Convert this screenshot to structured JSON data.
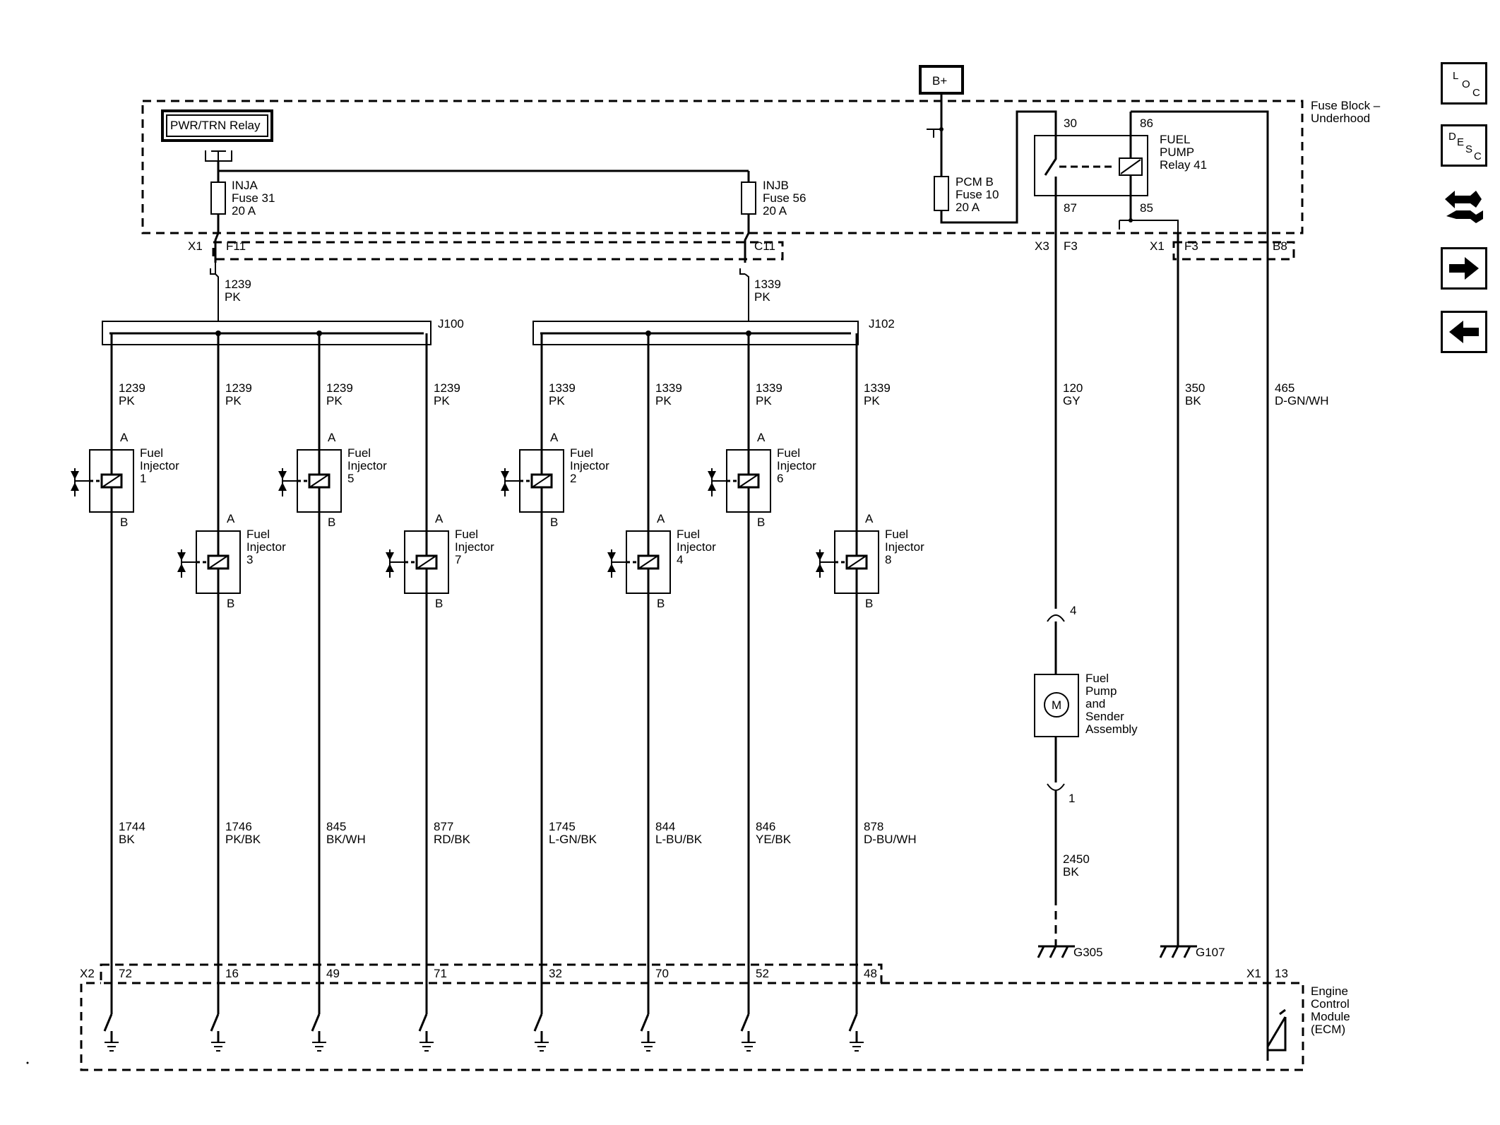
{
  "relay_pwr": "PWR/TRN Relay",
  "bplus": "B+",
  "fuse_block": [
    "Fuse Block –",
    "Underhood"
  ],
  "fuse_inja": [
    "INJA",
    "Fuse 31",
    "20 A"
  ],
  "fuse_injb": [
    "INJB",
    "Fuse 56",
    "20 A"
  ],
  "fuse_pcmb": [
    "PCM B",
    "Fuse 10",
    "20 A"
  ],
  "fuel_pump_relay": [
    "FUEL",
    "PUMP",
    "Relay 41"
  ],
  "relay_pins": [
    "30",
    "86",
    "87",
    "85"
  ],
  "connectors_top": [
    "X1",
    "F11",
    "C11",
    "X3",
    "F3",
    "X1",
    "F3",
    "B8"
  ],
  "splice_wires": [
    [
      "1239",
      "PK"
    ],
    [
      "1339",
      "PK"
    ]
  ],
  "splices": [
    "J100",
    "J102"
  ],
  "injector_feeds": [
    [
      "1239",
      "PK"
    ],
    [
      "1239",
      "PK"
    ],
    [
      "1239",
      "PK"
    ],
    [
      "1239",
      "PK"
    ],
    [
      "1339",
      "PK"
    ],
    [
      "1339",
      "PK"
    ],
    [
      "1339",
      "PK"
    ],
    [
      "1339",
      "PK"
    ]
  ],
  "injectors": [
    [
      "Fuel",
      "Injector",
      "1"
    ],
    [
      "Fuel",
      "Injector",
      "3"
    ],
    [
      "Fuel",
      "Injector",
      "5"
    ],
    [
      "Fuel",
      "Injector",
      "7"
    ],
    [
      "Fuel",
      "Injector",
      "2"
    ],
    [
      "Fuel",
      "Injector",
      "4"
    ],
    [
      "Fuel",
      "Injector",
      "6"
    ],
    [
      "Fuel",
      "Injector",
      "8"
    ]
  ],
  "injector_pins": [
    "A",
    "B"
  ],
  "injector_returns": [
    [
      "1744",
      "BK"
    ],
    [
      "1746",
      "PK/BK"
    ],
    [
      "845",
      "BK/WH"
    ],
    [
      "877",
      "RD/BK"
    ],
    [
      "1745",
      "L-GN/BK"
    ],
    [
      "844",
      "L-BU/BK"
    ],
    [
      "846",
      "YE/BK"
    ],
    [
      "878",
      "D-BU/WH"
    ]
  ],
  "ecm_pins": [
    "72",
    "16",
    "49",
    "71",
    "32",
    "70",
    "52",
    "48"
  ],
  "ecm_conn": [
    "X2",
    "X1",
    "13"
  ],
  "right_wires": [
    [
      "120",
      "GY"
    ],
    [
      "350",
      "BK"
    ],
    [
      "465",
      "D-GN/WH"
    ],
    [
      "2450",
      "BK"
    ]
  ],
  "pump_pins": [
    "4",
    "1"
  ],
  "pump": [
    "Fuel",
    "Pump",
    "and",
    "Sender",
    "Assembly"
  ],
  "pump_motor": "M",
  "grounds": [
    "G305",
    "G107"
  ],
  "ecm": [
    "Engine",
    "Control",
    "Module",
    "(ECM)"
  ],
  "nav": {
    "loc": [
      "L",
      "O",
      "C"
    ],
    "desc": [
      "D",
      "E",
      "S",
      "C"
    ],
    "icons": [
      "connector-view-icon",
      "next-arrow-icon",
      "previous-arrow-icon"
    ]
  }
}
